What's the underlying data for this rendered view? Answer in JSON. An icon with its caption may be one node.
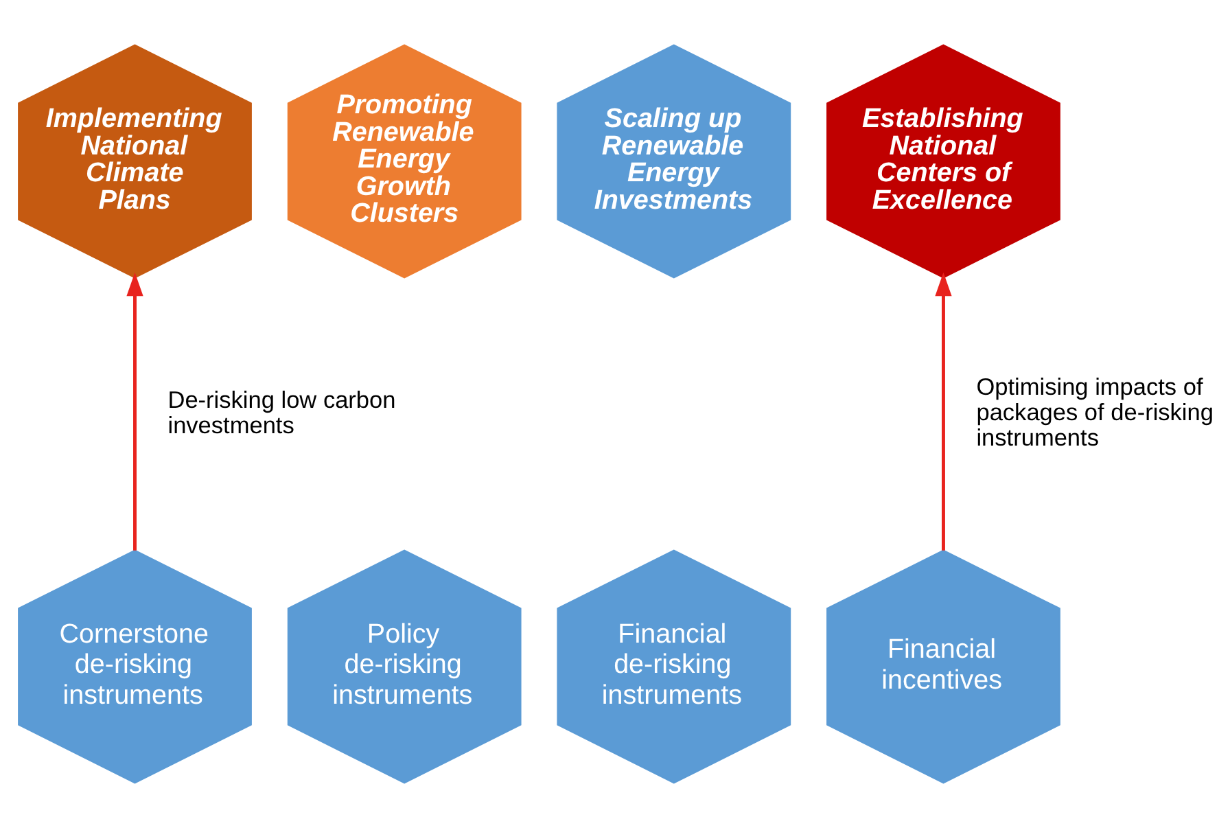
{
  "diagram": {
    "nodes": [
      {
        "text": [
          "Implementing National Climate Plans"
        ]
      },
      {
        "text": [
          "Promoting Renewable Energy Growth Clusters"
        ]
      },
      {
        "text": [
          "Scaling up Renewable Energy Investments"
        ]
      },
      {
        "text": [
          "Establishing National Centers of Excellence"
        ]
      },
      {
        "text": [
          "Cornerstone de-risking instruments"
        ]
      },
      {
        "text": [
          "Policy de-risking instruments"
        ]
      },
      {
        "text": [
          "Financial de-risking instruments"
        ]
      },
      {
        "text": [
          "Financial incentives"
        ]
      }
    ],
    "edges": [
      {
        "from": 4,
        "to": 0,
        "arrow": "to",
        "label": "De-risking low carbon investments",
        "color": "#e8231e"
      },
      {
        "from": 7,
        "to": 3,
        "arrow": "to",
        "label": "Optimising impacts of packages of de-risking instruments",
        "color": "#e8231e"
      }
    ]
  }
}
